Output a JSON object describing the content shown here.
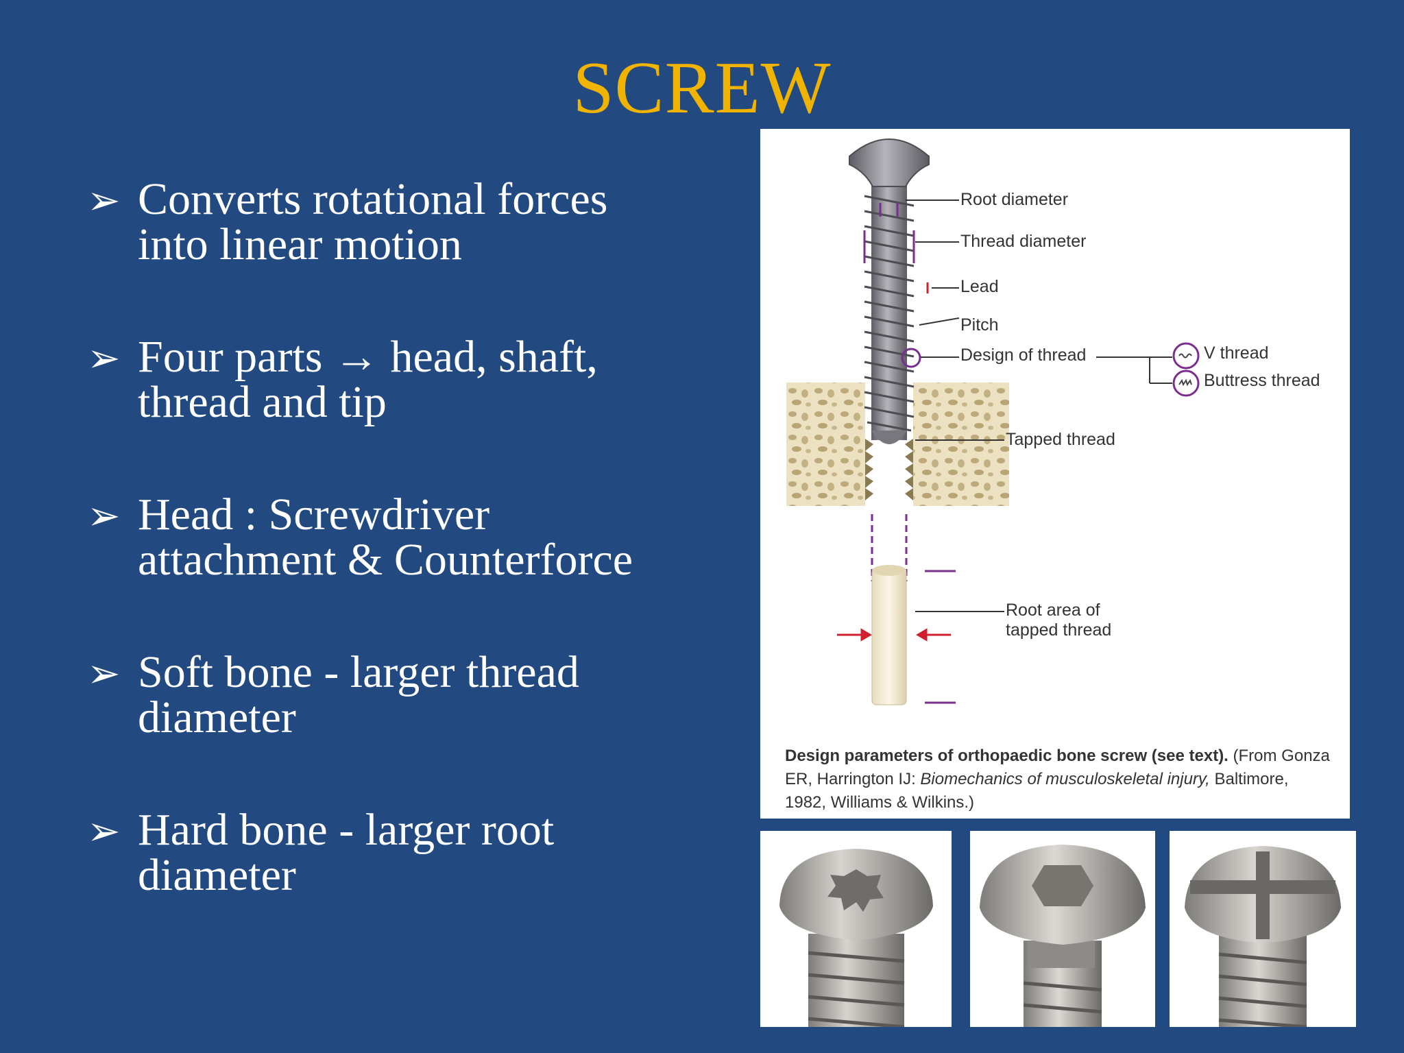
{
  "slide": {
    "title": "SCREW",
    "bullets": [
      {
        "line1": "Converts  rotational forces",
        "line2": "into linear motion"
      },
      {
        "line1": "Four parts → head, shaft,",
        "line2": "thread and tip"
      },
      {
        "line1": "Head : Screwdriver",
        "line2": "attachment & Counterforce"
      },
      {
        "line1": "Soft bone  - larger thread",
        "line2": "diameter"
      },
      {
        "line1": "Hard bone - larger root",
        "line2": "diameter"
      }
    ],
    "bullet_marker": "➢"
  },
  "figure": {
    "labels": {
      "root_diameter": "Root diameter",
      "thread_diameter": "Thread diameter",
      "lead": "Lead",
      "pitch": "Pitch",
      "design_of_thread": "Design of thread",
      "v_thread": "V thread",
      "buttress_thread": "Buttress thread",
      "tapped_thread": "Tapped thread",
      "root_area_line1": "Root area of",
      "root_area_line2": "tapped thread"
    },
    "caption": {
      "bold_part": "Design parameters of orthopaedic bone screw (see text).",
      "source_start": " (From Gonza ER, Harrington IJ: ",
      "source_title": "Biomechanics of musculoskeletal injury,",
      "source_end": " Baltimore, 1982, Williams & Wilkins.)"
    }
  },
  "photos": [
    {
      "name": "hexalobular-head-screw"
    },
    {
      "name": "hexagonal-head-screw"
    },
    {
      "name": "cruciate-head-screw"
    }
  ],
  "colors": {
    "background": "#224a80",
    "title": "#f0b400",
    "text": "#ffffff",
    "annotation_purple": "#7a2e8e",
    "arrow_red": "#d02030"
  }
}
